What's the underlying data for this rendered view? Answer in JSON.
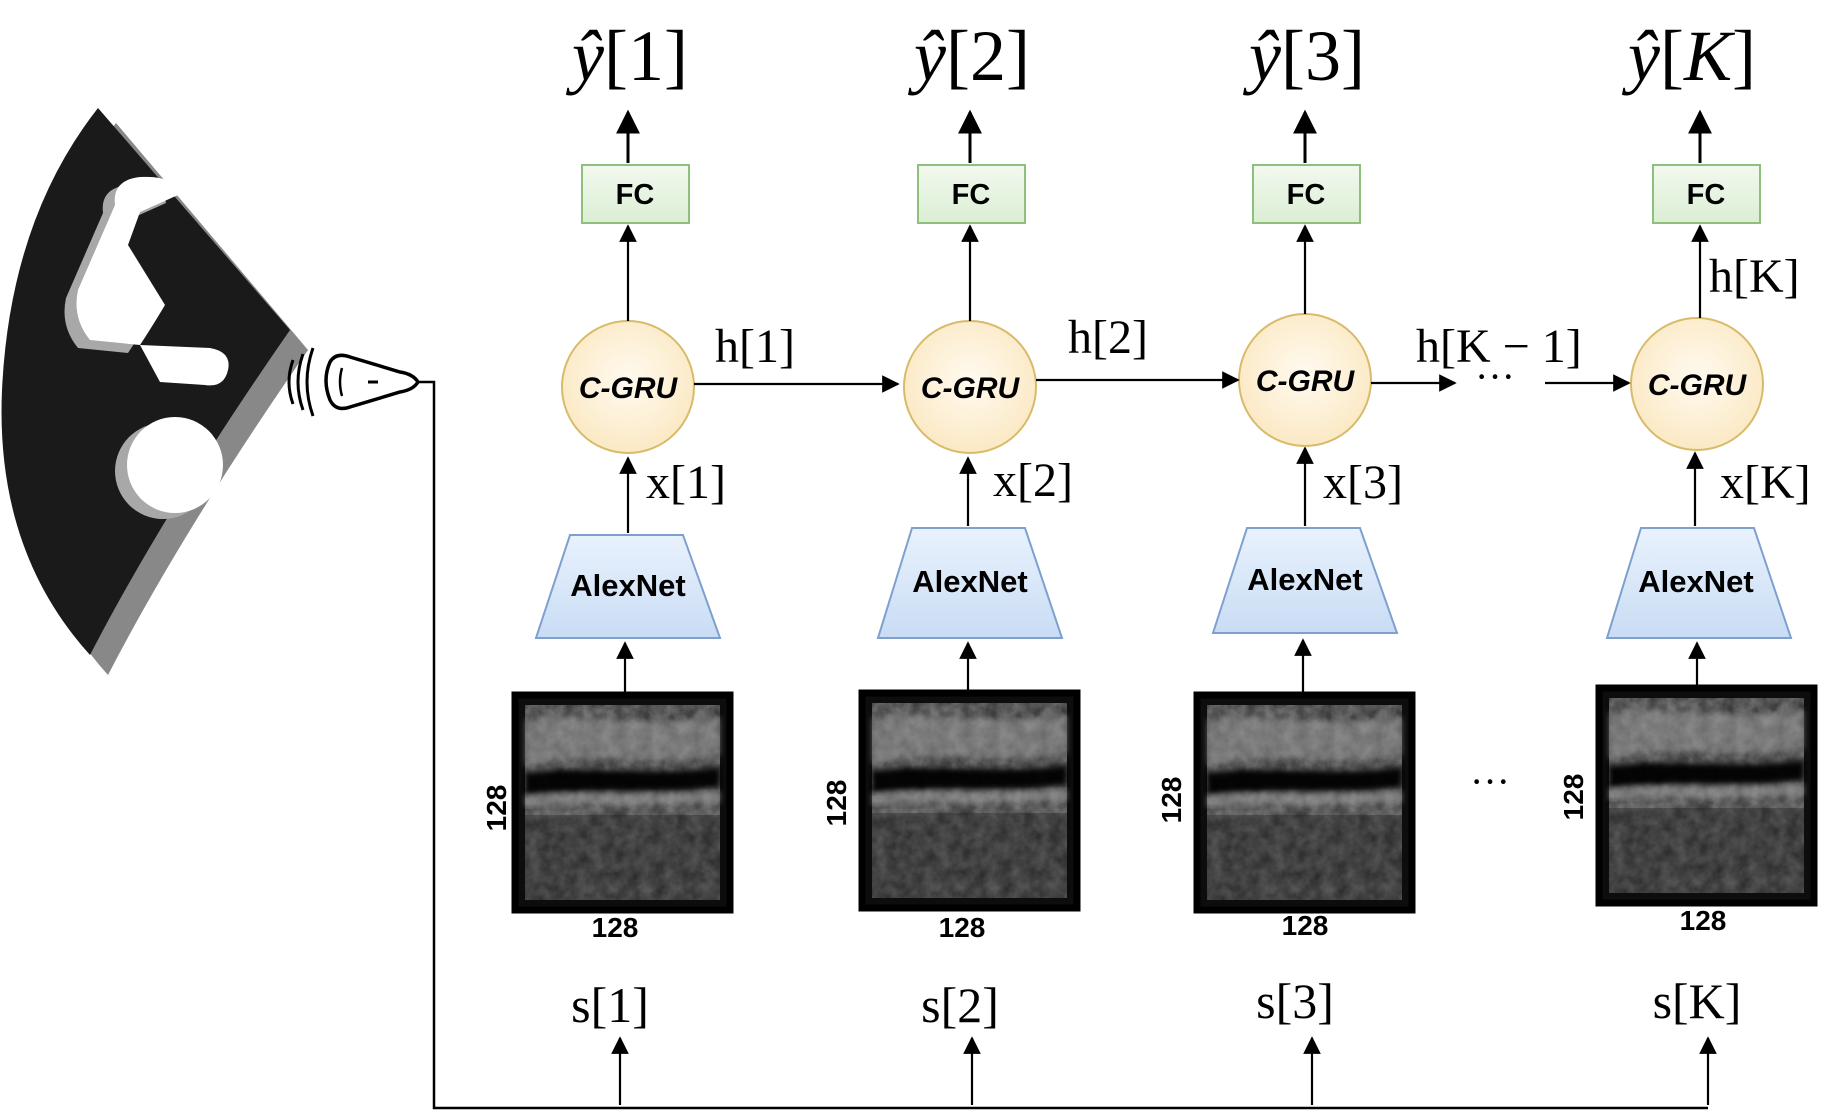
{
  "outputs": [
    {
      "hat_symbol": "ŷ",
      "index": "1"
    },
    {
      "hat_symbol": "ŷ",
      "index": "2"
    },
    {
      "hat_symbol": "ŷ",
      "index": "3"
    },
    {
      "hat_symbol": "ŷ",
      "index": "K"
    }
  ],
  "fc_label": "FC",
  "gru_label": "C-GRU",
  "cnn_label": "AlexNet",
  "hidden_labels": [
    "h[1]",
    "h[2]",
    "h[K − 1]",
    "h[K]"
  ],
  "ellipsis": "···",
  "feature_labels": [
    "x[1]",
    "x[2]",
    "x[3]",
    "x[K]"
  ],
  "frame_size": {
    "height": "128",
    "width": "128"
  },
  "sweep_labels": [
    "s[1]",
    "s[2]",
    "s[3]",
    "s[K]"
  ],
  "icons": [
    "fetus-ultrasound-icon",
    "ultrasound-probe-icon",
    "ultrasound-frame-image"
  ],
  "colors": {
    "fc_fill": "#e3f1df",
    "fc_stroke": "#82b366",
    "gru_fill": "#fff6dc",
    "gru_stroke": "#d6b656",
    "cnn_fill": "#dae8fc",
    "cnn_stroke": "#6c8ebf",
    "line": "#000000"
  }
}
